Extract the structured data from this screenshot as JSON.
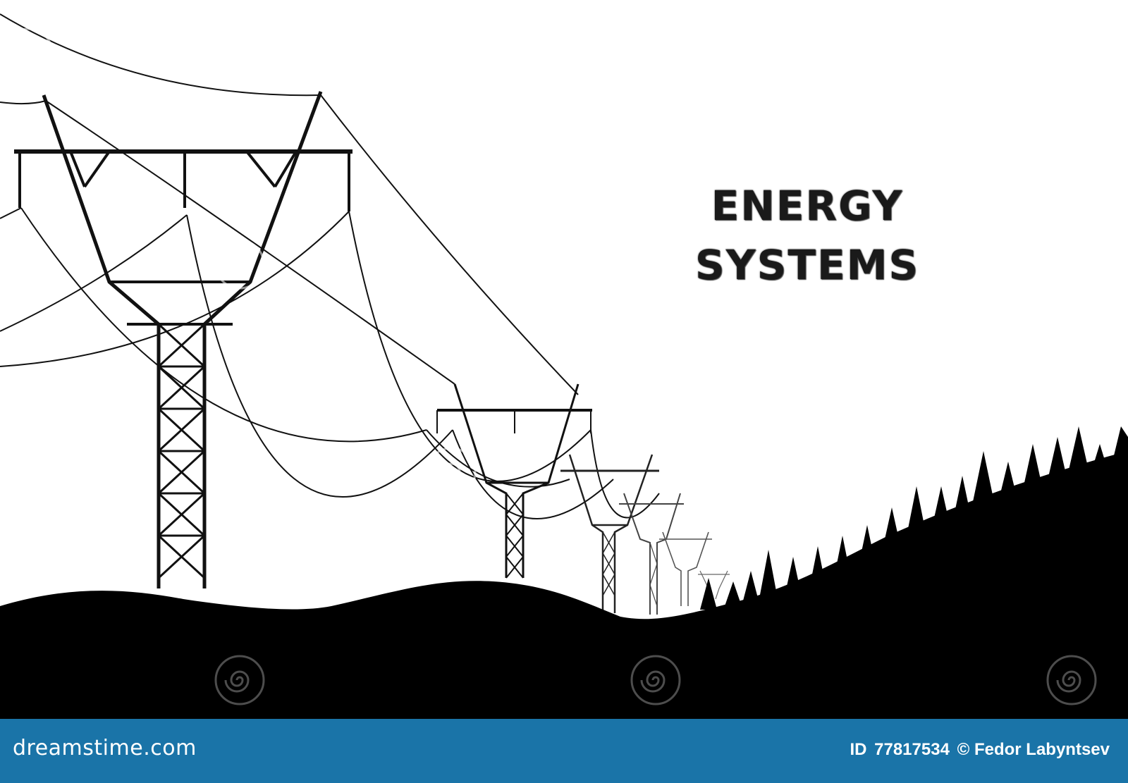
{
  "title": {
    "line1": "ENERGY",
    "line2": "SYSTEMS"
  },
  "footer": {
    "brand": "dreamstime.com",
    "id_label": "ID",
    "id_value": "77817534",
    "copyright": "© Fedor Labyntsev",
    "background_color": "#1a74a8"
  },
  "watermark": {
    "icon": "dreamstime-spiral-icon"
  }
}
